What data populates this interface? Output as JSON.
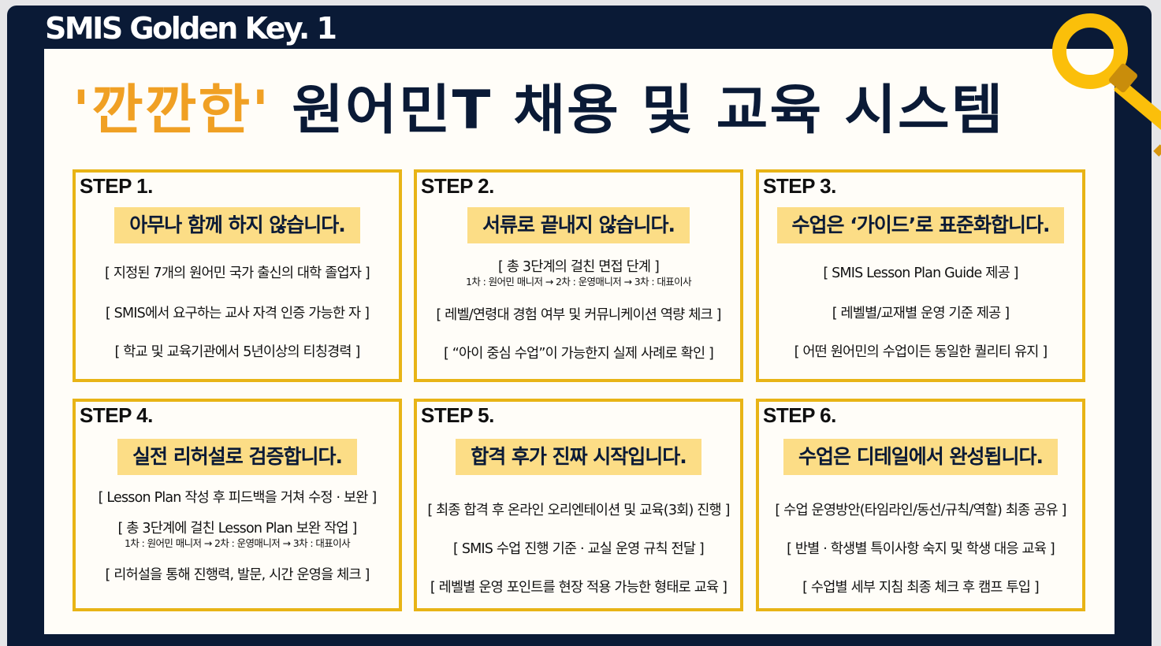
{
  "header": {
    "brand": "SMIS Golden Key. 1",
    "title_highlight": "'깐깐한'",
    "title_rest": " 원어민T 채용 및 교육 시스템",
    "icon": "magnifier-icon"
  },
  "colors": {
    "navy": "#0a1a36",
    "orange": "#f0a024",
    "gold_border": "#e8b416",
    "heading_bg": "#fcdd86",
    "paper": "#fffdf8",
    "magnifier": "#fbbf0a"
  },
  "steps": [
    {
      "label": "STEP 1.",
      "heading": "아무나 함께 하지 않습니다.",
      "lines": [
        "[ 지정된 7개의 원어민 국가 출신의 대학 졸업자 ]",
        "[ SMIS에서 요구하는 교사 자격 인증 가능한 자 ]",
        "[ 학교 및 교육기관에서 5년이상의 티칭경력 ]"
      ]
    },
    {
      "label": "STEP 2.",
      "heading": "서류로 끝내지 않습니다.",
      "lines": [
        "[ 총 3단계의 걸친 면접 단계 ]",
        "1차 : 원어민 매니저 →  2차 : 운영매니저 → 3차 : 대표이사",
        "[ 레벨/연령대 경험 여부 및 커뮤니케이션 역량 체크 ]",
        "[ “아이 중심 수업”이 가능한지 실제 사례로 확인 ]"
      ]
    },
    {
      "label": "STEP 3.",
      "heading": "수업은 ‘가이드’로 표준화합니다.",
      "lines": [
        "[ SMIS Lesson Plan Guide 제공 ]",
        "[ 레벨별/교재별 운영 기준 제공 ]",
        "[ 어떤 원어민의 수업이든 동일한 퀄리티 유지 ]"
      ]
    },
    {
      "label": "STEP 4.",
      "heading": "실전 리허설로 검증합니다.",
      "lines": [
        "[ Lesson Plan 작성 후 피드백을 거쳐 수정 · 보완 ]",
        "[ 총 3단계에 걸친 Lesson Plan 보완 작업 ]",
        "1차 : 원어민 매니저 → 2차 : 운영매니저 → 3차 : 대표이사",
        "[ 리허설을 통해 진행력, 발문, 시간 운영을 체크 ]"
      ]
    },
    {
      "label": "STEP 5.",
      "heading": "합격 후가 진짜 시작입니다.",
      "lines": [
        "[ 최종 합격 후 온라인 오리엔테이션 및 교육(3회) 진행 ]",
        "[  SMIS 수업 진행 기준 · 교실 운영 규칙 전달 ]",
        "[ 레벨별 운영 포인트를 현장 적용 가능한 형태로 교육 ]"
      ]
    },
    {
      "label": "STEP 6.",
      "heading": "수업은 디테일에서 완성됩니다.",
      "lines": [
        "[ 수업 운영방안(타임라인/동선/규칙/역할) 최종 공유 ]",
        "[  반별 · 학생별 특이사항 숙지 및 학생 대응 교육 ]",
        "[ 수업별 세부 지침 최종 체크 후 캠프 투입 ]"
      ]
    }
  ]
}
